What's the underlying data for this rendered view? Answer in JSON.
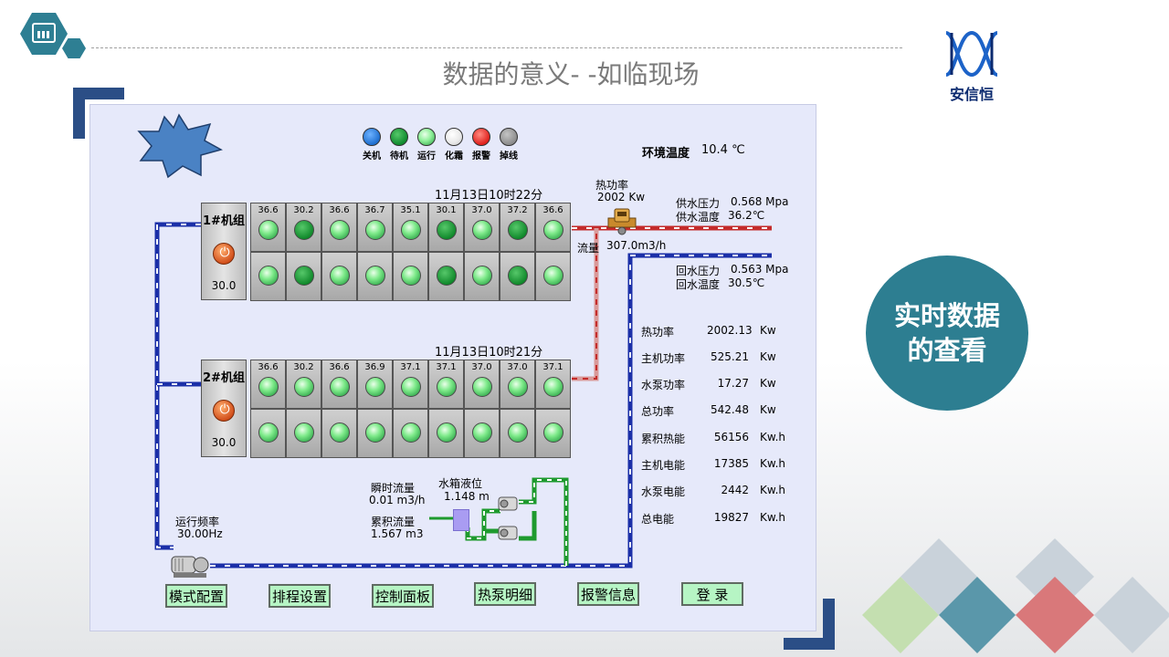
{
  "slide": {
    "title": "数据的意义- -如临现场",
    "brand_name": "安信恒",
    "side_label_line1": "实时数据",
    "side_label_line2": "的查看"
  },
  "legend": [
    {
      "label": "关机",
      "color": "#1f6fd0"
    },
    {
      "label": "待机",
      "color": "#0f8a2e"
    },
    {
      "label": "运行",
      "color": "#8ff09a"
    },
    {
      "label": "化霜",
      "color": "#ffffff"
    },
    {
      "label": "报警",
      "color": "#e0201c"
    },
    {
      "label": "掉线",
      "color": "#8c8c8c"
    }
  ],
  "environment": {
    "label": "环境温度",
    "value": "10.4 ℃"
  },
  "units": [
    {
      "name": "1#机组",
      "value": "30.0",
      "timestamp": "11月13日10时22分",
      "temps": [
        "36.6",
        "30.2",
        "36.6",
        "36.7",
        "35.1",
        "30.1",
        "37.0",
        "37.2",
        "36.6"
      ],
      "top_states": [
        "run",
        "standby",
        "run",
        "run",
        "run",
        "standby",
        "run",
        "standby",
        "run"
      ],
      "bottom_states": [
        "run",
        "standby",
        "run",
        "run",
        "run",
        "standby",
        "run",
        "standby",
        "run"
      ]
    },
    {
      "name": "2#机组",
      "value": "30.0",
      "timestamp": "11月13日10时21分",
      "temps": [
        "36.6",
        "30.2",
        "36.6",
        "36.9",
        "37.1",
        "37.1",
        "37.0",
        "37.0",
        "37.1"
      ],
      "top_states": [
        "run",
        "run",
        "run",
        "run",
        "run",
        "run",
        "run",
        "run",
        "run"
      ],
      "bottom_states": [
        "run",
        "run",
        "run",
        "run",
        "run",
        "run",
        "run",
        "run",
        "run"
      ]
    }
  ],
  "heat_meter": {
    "power_label": "热功率",
    "power_value": "2002  Kw",
    "flow_label": "流量",
    "flow_value": "307.0m3/h"
  },
  "supply": {
    "pressure_label": "供水压力",
    "pressure_value": "0.568  Mpa",
    "temp_label": "供水温度",
    "temp_value": "36.2℃"
  },
  "return": {
    "pressure_label": "回水压力",
    "pressure_value": "0.563  Mpa",
    "temp_label": "回水温度",
    "temp_value": "30.5℃"
  },
  "kpis": [
    {
      "label": "热功率",
      "value": "2002.13",
      "unit": "Kw"
    },
    {
      "label": "主机功率",
      "value": "525.21",
      "unit": "Kw"
    },
    {
      "label": "水泵功率",
      "value": "17.27",
      "unit": "Kw"
    },
    {
      "label": "总功率",
      "value": "542.48",
      "unit": "Kw"
    },
    {
      "label": "累积热能",
      "value": "56156",
      "unit": "Kw.h"
    },
    {
      "label": "主机电能",
      "value": "17385",
      "unit": "Kw.h"
    },
    {
      "label": "水泵电能",
      "value": "2442",
      "unit": "Kw.h"
    },
    {
      "label": "总电能",
      "value": "19827",
      "unit": "Kw.h"
    }
  ],
  "water": {
    "instant_flow_label": "瞬时流量",
    "instant_flow_value": "0.01    m3/h",
    "cumulative_flow_label": "累积流量",
    "cumulative_flow_value": "1.567     m3",
    "tank_level_label": "水箱液位",
    "tank_level_value": "1.148   m"
  },
  "pump": {
    "freq_label": "运行频率",
    "freq_value": "30.00Hz"
  },
  "menu": [
    "模式配置",
    "排程设置",
    "控制面板",
    "热泵明细",
    "报警信息",
    "登  录"
  ]
}
